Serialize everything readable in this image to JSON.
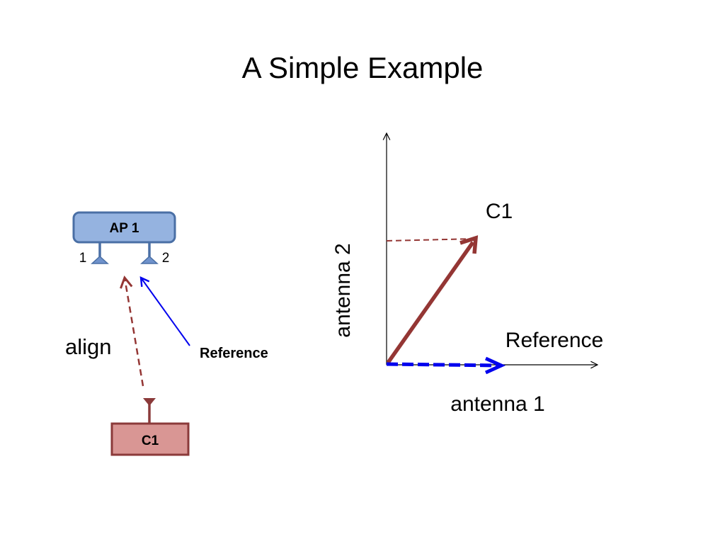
{
  "slide": {
    "title": "A Simple Example"
  },
  "left_diagram": {
    "ap_label": "AP 1",
    "antenna_1_label": "1",
    "antenna_2_label": "2",
    "align_label": "align",
    "reference_label": "Reference",
    "client_label": "C1",
    "colors": {
      "ap_fill": "#95b3e0",
      "ap_stroke": "#4a6fa5",
      "client_fill": "#d99694",
      "client_stroke": "#8b3a3a",
      "align_arrow": "#943634",
      "reference_arrow": "#0000ee"
    }
  },
  "right_diagram": {
    "y_axis_label": "antenna 2",
    "x_axis_label": "antenna 1",
    "c1_vector_label": "C1",
    "reference_vector_label": "Reference",
    "colors": {
      "c1_vector": "#943634",
      "reference_vector": "#0000ee",
      "axis": "#000000"
    }
  }
}
